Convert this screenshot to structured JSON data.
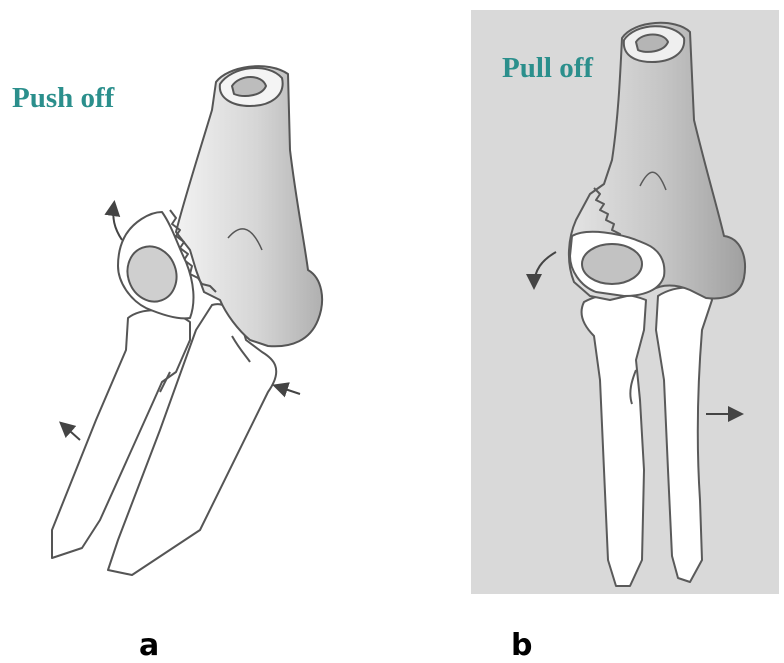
{
  "panels": [
    {
      "id": "a",
      "title": "Push off",
      "label": "a",
      "background": "#ffffff"
    },
    {
      "id": "b",
      "title": "Pull off",
      "label": "b",
      "background": "#d9d9d9"
    }
  ],
  "colors": {
    "title_text": "#2b8f8c",
    "bone_fill": "#ffffff",
    "humerus_shade": "#b8b8b8",
    "outline": "#555555",
    "arrow": "#444444"
  }
}
